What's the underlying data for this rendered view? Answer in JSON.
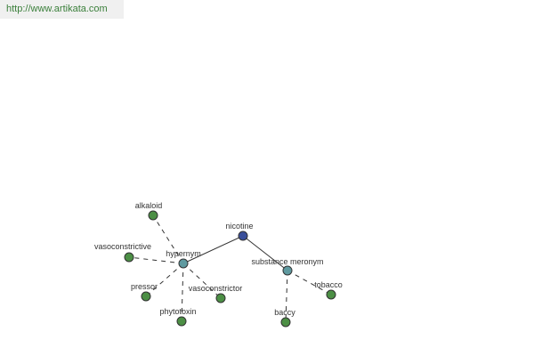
{
  "banner": {
    "url": "http://www.artikata.com"
  },
  "colors": {
    "root": "#3a4f9a",
    "relation": "#5f9aa0",
    "leaf": "#4c8f45",
    "edge": "#333333"
  },
  "graph": {
    "nodes": [
      {
        "id": "nicotine",
        "label": "nicotine",
        "kind": "root"
      },
      {
        "id": "hypernym",
        "label": "hypernym",
        "kind": "relation"
      },
      {
        "id": "substance-meronym",
        "label": "substance meronym",
        "kind": "relation"
      },
      {
        "id": "alkaloid",
        "label": "alkaloid",
        "kind": "leaf"
      },
      {
        "id": "vasoconstrictive",
        "label": "vasoconstrictive",
        "kind": "leaf"
      },
      {
        "id": "pressor",
        "label": "pressor",
        "kind": "leaf"
      },
      {
        "id": "phytotoxin",
        "label": "phytotoxin",
        "kind": "leaf"
      },
      {
        "id": "vasoconstrictor",
        "label": "vasoconstrictor",
        "kind": "leaf"
      },
      {
        "id": "baccy",
        "label": "baccy",
        "kind": "leaf"
      },
      {
        "id": "tobacco",
        "label": "tobacco",
        "kind": "leaf"
      }
    ],
    "edges": [
      {
        "from": "nicotine",
        "to": "hypernym",
        "style": "solid"
      },
      {
        "from": "nicotine",
        "to": "substance-meronym",
        "style": "solid"
      },
      {
        "from": "hypernym",
        "to": "alkaloid",
        "style": "dashed"
      },
      {
        "from": "hypernym",
        "to": "vasoconstrictive",
        "style": "dashed"
      },
      {
        "from": "hypernym",
        "to": "pressor",
        "style": "dashed"
      },
      {
        "from": "hypernym",
        "to": "phytotoxin",
        "style": "dashed"
      },
      {
        "from": "hypernym",
        "to": "vasoconstrictor",
        "style": "dashed"
      },
      {
        "from": "substance-meronym",
        "to": "baccy",
        "style": "dashed"
      },
      {
        "from": "substance-meronym",
        "to": "tobacco",
        "style": "dashed"
      }
    ]
  }
}
